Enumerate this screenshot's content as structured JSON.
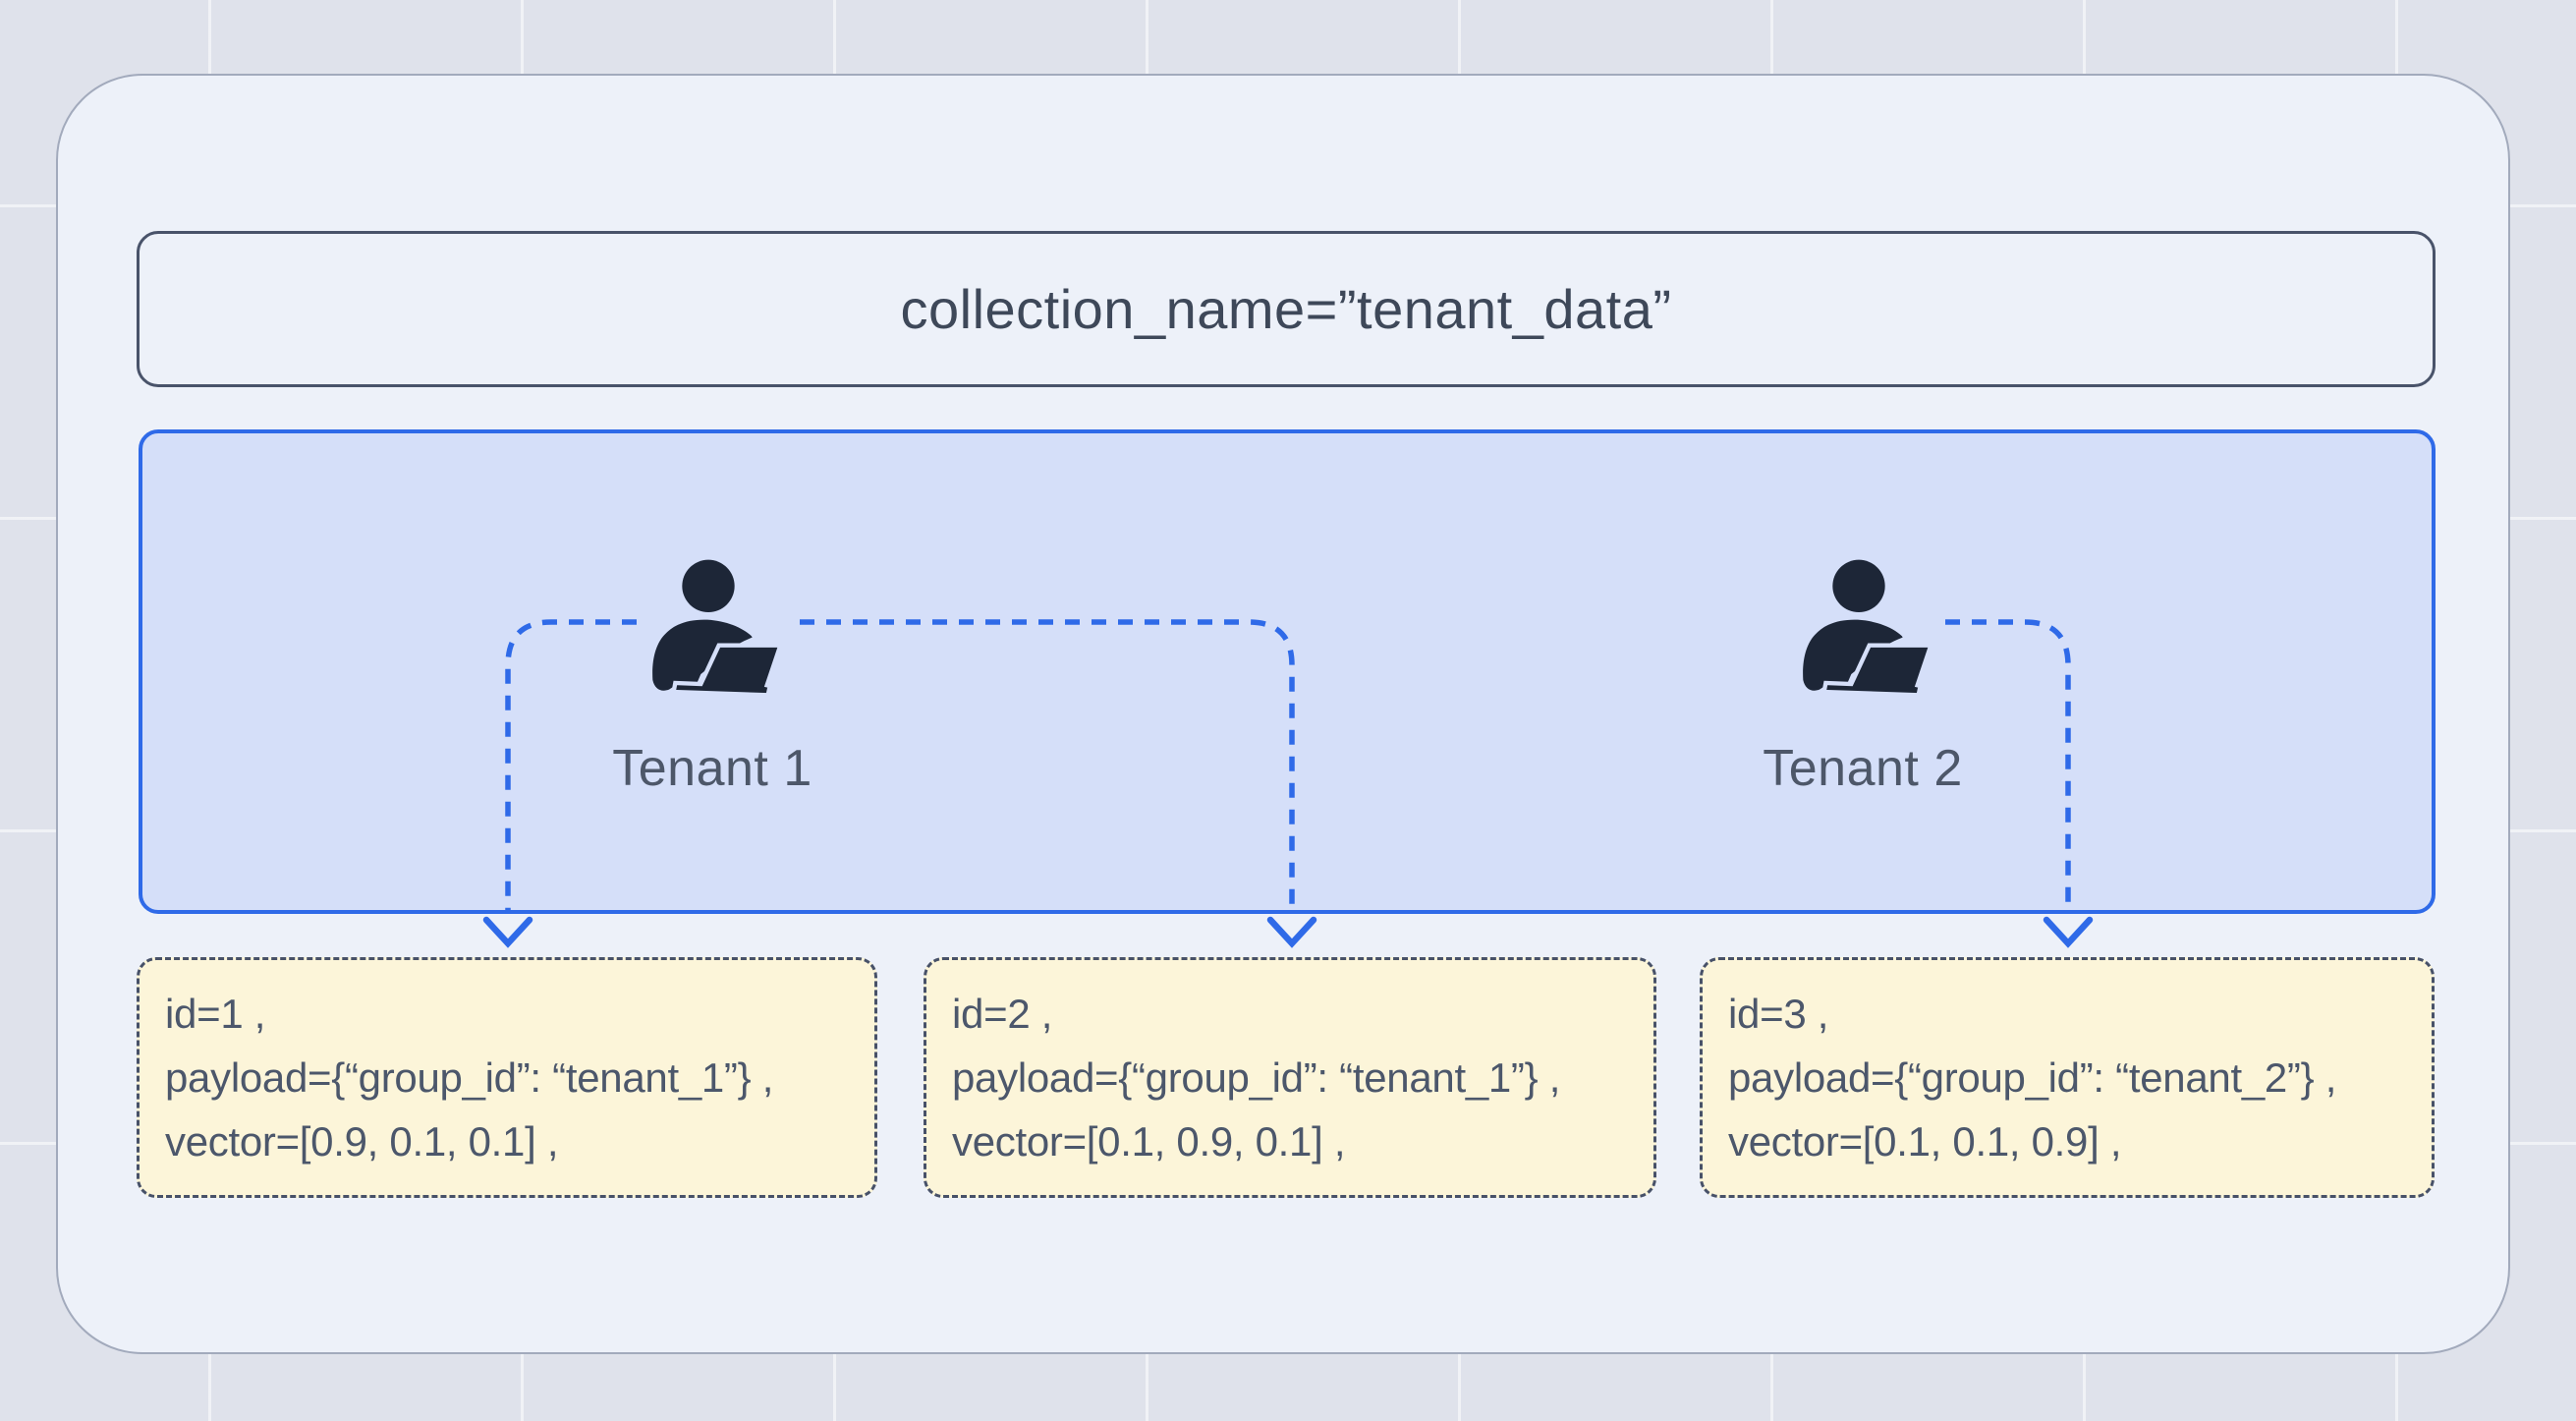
{
  "collection": {
    "label": "collection_name=”tenant_data”"
  },
  "tenants": [
    {
      "label": "Tenant 1",
      "icon": "person-at-laptop-icon"
    },
    {
      "label": "Tenant 2",
      "icon": "person-at-laptop-icon"
    }
  ],
  "points": [
    {
      "lines": [
        "id=1 ,",
        "payload={“group_id”: “tenant_1”} ,",
        "vector=[0.9, 0.1, 0.1] ,"
      ]
    },
    {
      "lines": [
        "id=2 ,",
        "payload={“group_id”: “tenant_1”} ,",
        "vector=[0.1, 0.9, 0.1] ,"
      ]
    },
    {
      "lines": [
        "id=3 ,",
        "payload={“group_id”: “tenant_2”} ,",
        "vector=[0.1, 0.1, 0.9] ,"
      ]
    }
  ],
  "arrows": [
    {
      "from": "tenant-1",
      "to": "point-1"
    },
    {
      "from": "tenant-1",
      "to": "point-2"
    },
    {
      "from": "tenant-2",
      "to": "point-3"
    }
  ],
  "colors": {
    "background": "#dfe2eb",
    "card_fill": "#edf1f9",
    "card_border": "#a2aabc",
    "outline_dark": "#49536a",
    "accent_blue": "#2f6ae8",
    "panel_fill": "#d5dff9",
    "note_fill": "#fcf5d9",
    "note_border": "#475168",
    "ink": "#4c576b",
    "icon_navy": "#1d2637"
  }
}
